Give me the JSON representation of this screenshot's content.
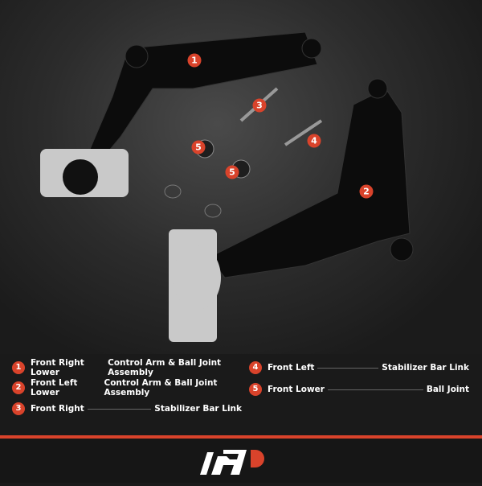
{
  "callouts": [
    "1",
    "2",
    "3",
    "4",
    "5",
    "5"
  ],
  "legend": [
    {
      "num": "1",
      "left": "Front Right Lower",
      "right": "Control Arm & Ball Joint Assembly"
    },
    {
      "num": "2",
      "left": "Front Left Lower",
      "right": "Control Arm & Ball Joint Assembly"
    },
    {
      "num": "3",
      "left": "Front Right",
      "right": "Stabilizer Bar Link"
    },
    {
      "num": "4",
      "left": "Front Left",
      "right": "Stabilizer Bar Link"
    },
    {
      "num": "5",
      "left": "Front Lower",
      "right": "Ball Joint"
    }
  ],
  "colors": {
    "accent": "#d9432b",
    "background": "#1a1a1a"
  },
  "logo": "AP"
}
